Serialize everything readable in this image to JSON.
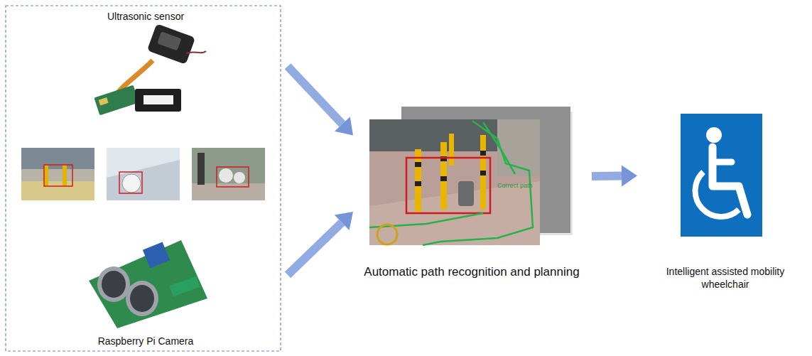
{
  "diagram": {
    "nodes": [
      {
        "text": [
          "Ultrasonic sensor"
        ]
      },
      {
        "text": [
          "Raspberry Pi Camera"
        ]
      },
      {
        "text": [
          "Automatic path recognition and planning"
        ]
      },
      {
        "text": [
          "Intelligent assisted mobility wheelchair"
        ]
      }
    ],
    "edges": [
      {
        "from": 0,
        "to": 2,
        "arrow": "to"
      },
      {
        "from": 1,
        "to": 2,
        "arrow": "to"
      },
      {
        "from": 2,
        "to": 3,
        "arrow": "to"
      }
    ],
    "labels": [
      "Correct path"
    ]
  }
}
